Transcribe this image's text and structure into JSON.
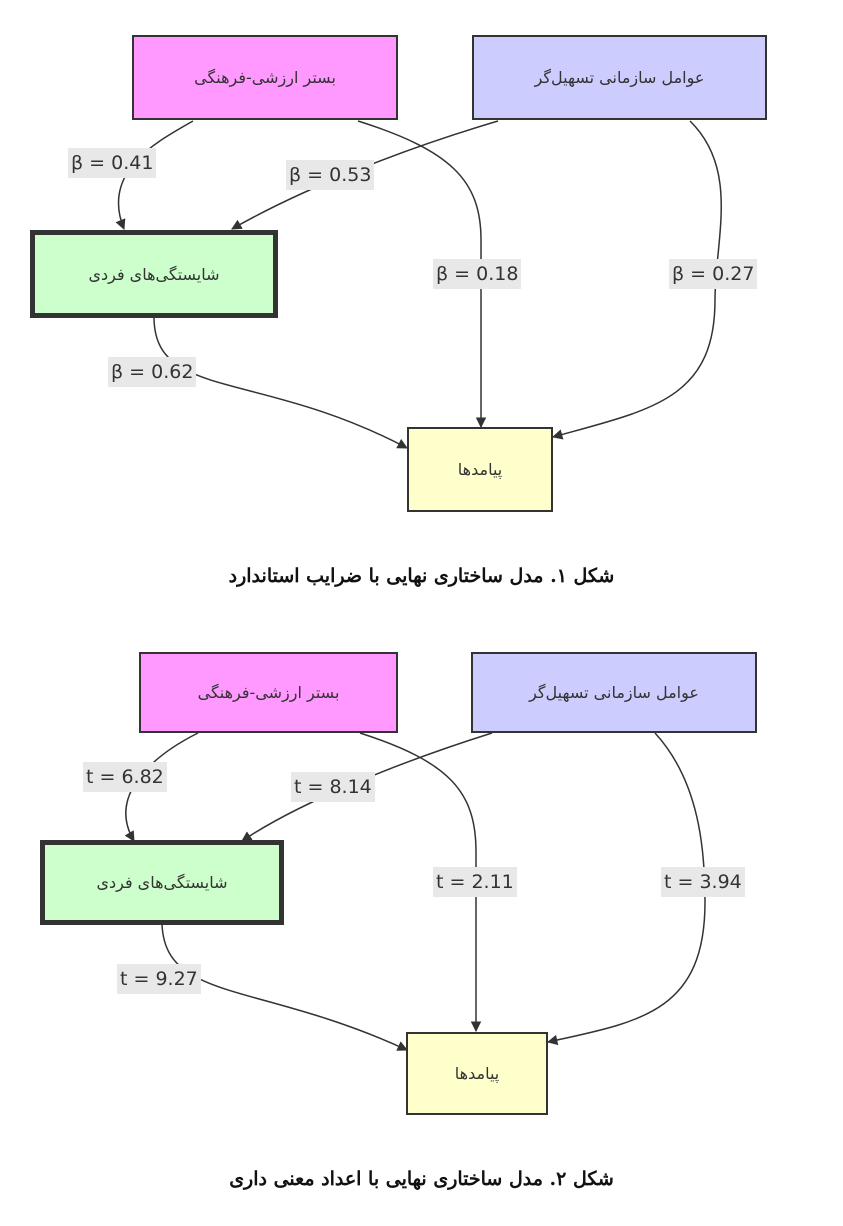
{
  "colors": {
    "node_cultural": "#ff99ff",
    "node_org": "#ccccff",
    "node_competency": "#ccffcc",
    "node_outcomes": "#ffffcc",
    "edge": "#333333",
    "label_bg": "#e8e8e8"
  },
  "figure1": {
    "nodes": {
      "cultural": "بستر ارزشی-فرهنگی",
      "org": "عوامل سازمانی تسهیل‌گر",
      "competency": "شایستگی‌های فردی",
      "outcomes": "پیامدها"
    },
    "edges": {
      "cultural_to_competency": "β = 0.41",
      "org_to_competency": "β = 0.53",
      "cultural_to_outcomes": "β = 0.18",
      "org_to_outcomes": "β = 0.27",
      "competency_to_outcomes": "β = 0.62"
    },
    "caption": "شکل ۱. مدل ساختاری نهایی با ضرایب استاندارد"
  },
  "figure2": {
    "nodes": {
      "cultural": "بستر ارزشی-فرهنگی",
      "org": "عوامل سازمانی تسهیل‌گر",
      "competency": "شایستگی‌های فردی",
      "outcomes": "پیامدها"
    },
    "edges": {
      "cultural_to_competency": "t = 6.82",
      "org_to_competency": "t = 8.14",
      "cultural_to_outcomes": "t = 2.11",
      "org_to_outcomes": "t = 3.94",
      "competency_to_outcomes": "t = 9.27"
    },
    "caption": "شکل ۲. مدل ساختاری نهایی با اعداد معنی داری"
  }
}
